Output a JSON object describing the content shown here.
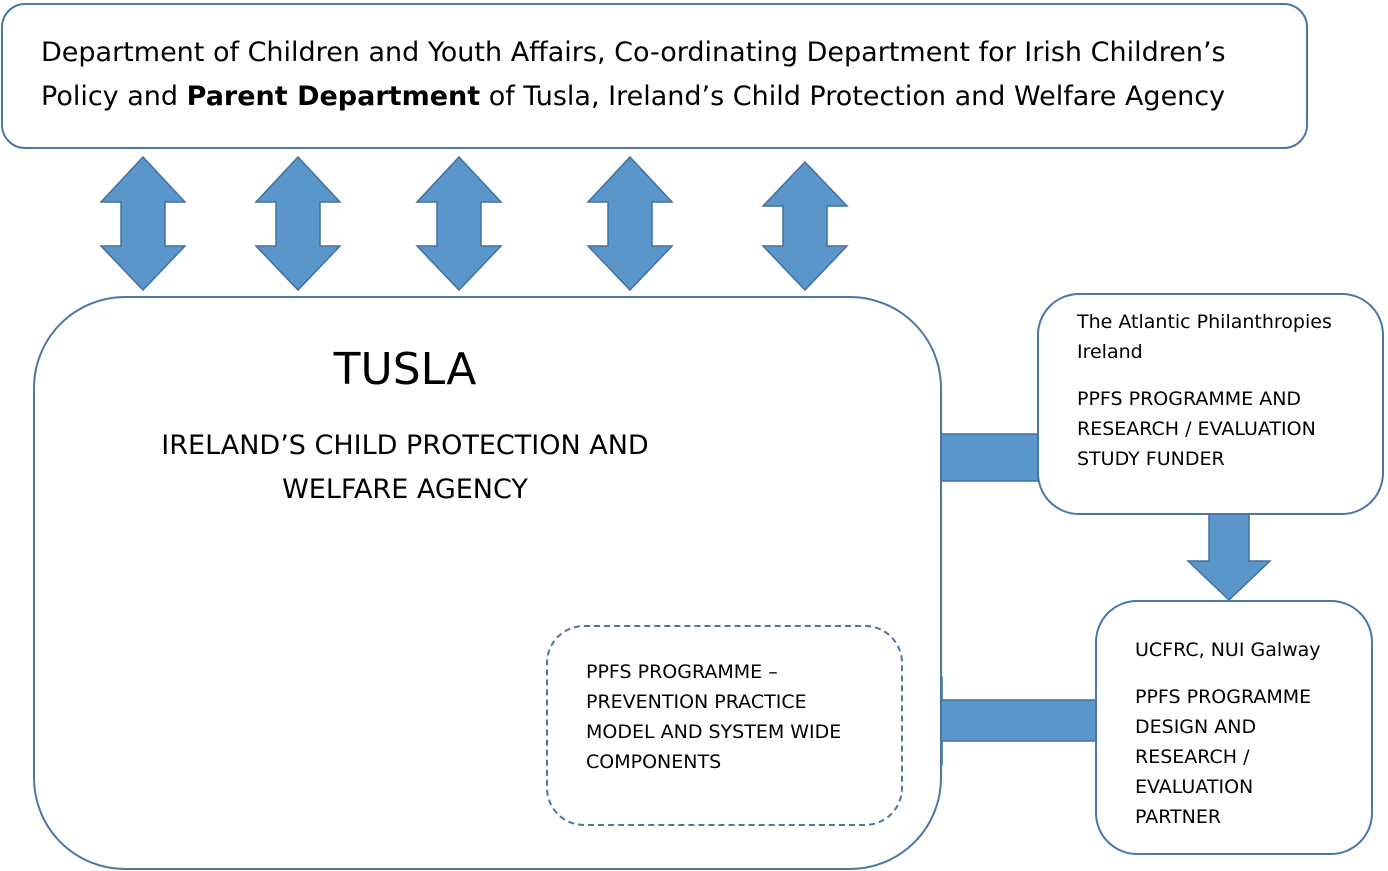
{
  "department": {
    "line1": "Department of Children and Youth Affairs, Co-ordinating Department for Irish Children’s",
    "line2_before": "Policy and ",
    "line2_bold": "Parent Department",
    "line2_after": " of Tusla, Ireland’s Child Protection and Welfare Agency"
  },
  "tusla": {
    "title": "TUSLA",
    "subtitle_line1": "IRELAND’S CHILD PROTECTION AND",
    "subtitle_line2": "WELFARE AGENCY"
  },
  "atlantic": {
    "name_line1": "The Atlantic Philanthropies",
    "name_line2": "Ireland",
    "role_lines": [
      "PPFS PROGRAMME AND",
      "RESEARCH / EVALUATION",
      "STUDY FUNDER"
    ]
  },
  "ucfrc": {
    "name": "UCFRC, NUI Galway",
    "role_lines": [
      "PPFS PROGRAMME",
      "DESIGN AND",
      "RESEARCH /",
      "EVALUATION",
      "PARTNER"
    ]
  },
  "ppfs": {
    "lines": [
      "PPFS PROGRAMME –",
      "PREVENTION PRACTICE",
      "MODEL AND SYSTEM WIDE",
      "COMPONENTS"
    ]
  },
  "colors": {
    "arrow_fill": "#5b96cb",
    "arrow_stroke": "#41719c",
    "box_border": "#4a77a8"
  }
}
